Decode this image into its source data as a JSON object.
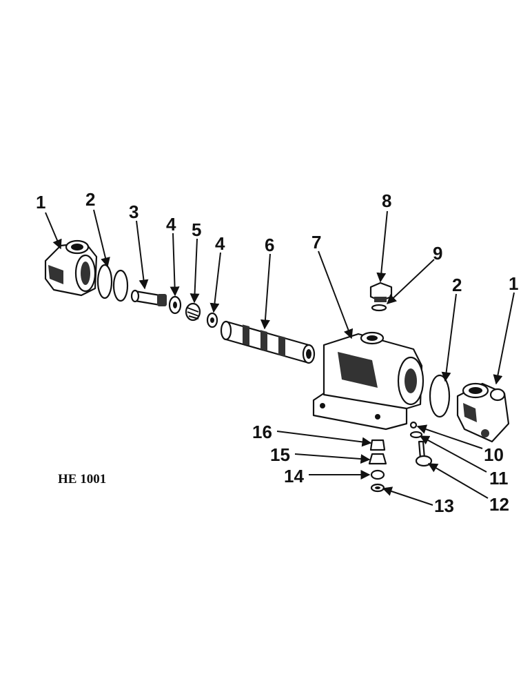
{
  "figure_code": "HE 1001",
  "callouts": {
    "c1_left": "1",
    "c2_left": "2",
    "c3": "3",
    "c4_left": "4",
    "c5": "5",
    "c4_right": "4",
    "c6": "6",
    "c7": "7",
    "c8": "8",
    "c9": "9",
    "c2_right": "2",
    "c1_right": "1",
    "c16": "16",
    "c15": "15",
    "c14": "14",
    "c13": "13",
    "c10": "10",
    "c11": "11",
    "c12": "12"
  }
}
